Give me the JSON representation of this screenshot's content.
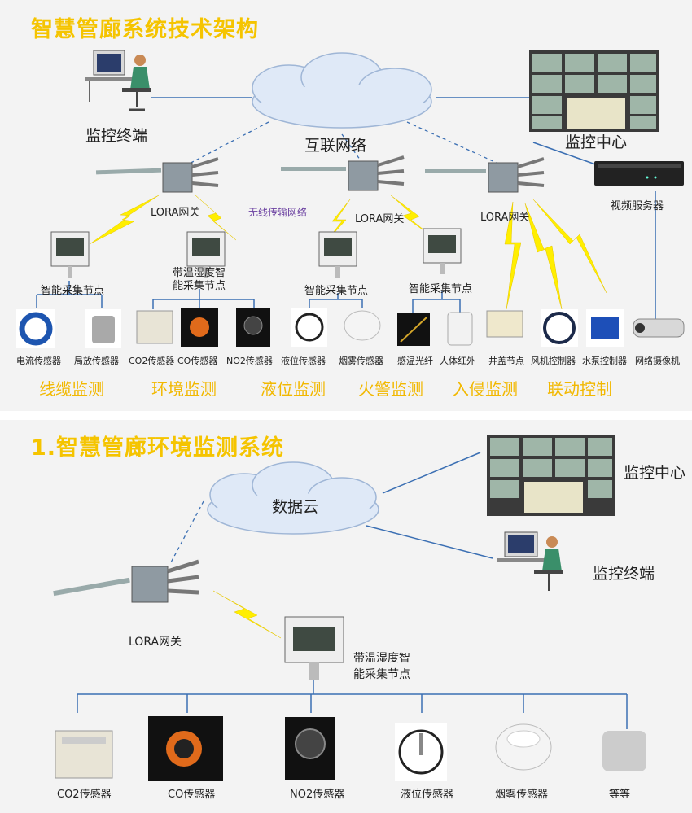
{
  "panel1": {
    "title": "智慧管廊系统技术架构",
    "monitor_terminal": "监控终端",
    "internet": "互联网络",
    "monitor_center": "监控中心",
    "video_server": "视频服务器",
    "wireless_network": "无线传输网络",
    "gateways": [
      "LORA网关",
      "LORA网关",
      "LORA网关"
    ],
    "nodes": [
      "智能采集节点",
      "带温湿度智能采集节点",
      "智能采集节点",
      "智能采集节点"
    ],
    "node2_line1": "带温湿度智",
    "node2_line2": "能采集节点",
    "devices": [
      "电流传感器",
      "局放传感器",
      "CO2传感器",
      "CO传感器",
      "NO2传感器",
      "液位传感器",
      "烟雾传感器",
      "感温光纤",
      "人体红外",
      "井盖节点",
      "风机控制器",
      "水泵控制器",
      "网络摄像机"
    ],
    "categories": [
      "线缆监测",
      "环境监测",
      "液位监测",
      "火警监测",
      "入侵监测",
      "联动控制"
    ]
  },
  "panel2": {
    "title": "1.智慧管廊环境监测系统",
    "data_cloud": "数据云",
    "monitor_center": "监控中心",
    "monitor_terminal": "监控终端",
    "gateway": "LORA网关",
    "node_line1": "带温湿度智",
    "node_line2": "能采集节点",
    "devices": [
      "CO2传感器",
      "CO传感器",
      "NO2传感器",
      "液位传感器",
      "烟雾传感器",
      "等等"
    ]
  }
}
